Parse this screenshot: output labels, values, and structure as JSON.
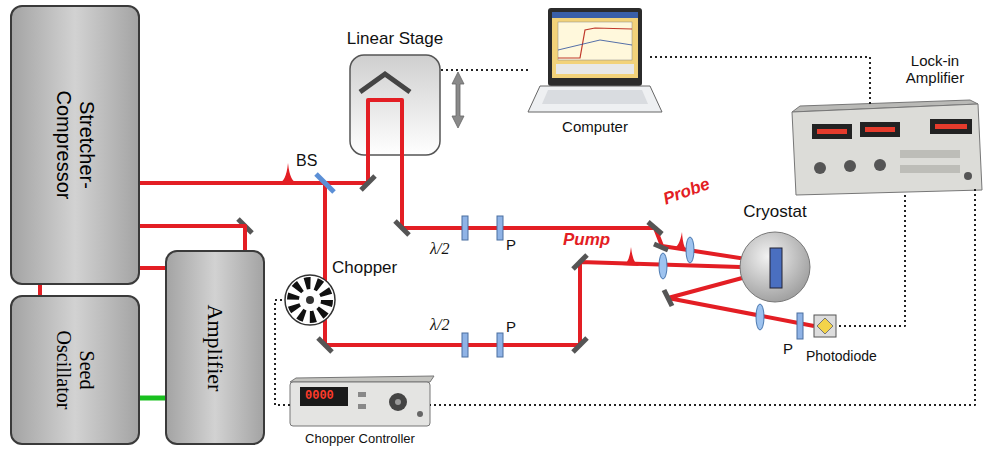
{
  "diagram": {
    "nodes": [
      {
        "text": [
          "Stretcher-Compressor"
        ]
      },
      {
        "text": [
          "Seed Oscillator"
        ]
      },
      {
        "text": [
          "Amplifier"
        ]
      },
      {
        "text": [
          "Linear Stage"
        ]
      },
      {
        "text": [
          "Computer"
        ]
      },
      {
        "text": [
          "Lock-in Amplifier"
        ]
      },
      {
        "text": [
          "Chopper"
        ]
      },
      {
        "text": [
          "Cryostat"
        ]
      },
      {
        "text": [
          "Photodiode"
        ]
      },
      {
        "text": [
          "Chopper Controller"
        ]
      }
    ],
    "edges": [
      {
        "from": 1,
        "to": 0,
        "arrow": "none"
      },
      {
        "from": 1,
        "to": 2,
        "arrow": "none"
      },
      {
        "from": 0,
        "to": 2,
        "arrow": "none"
      },
      {
        "from": 0,
        "to": 2,
        "arrow": "none"
      },
      {
        "from": 4,
        "to": 3,
        "arrow": "none"
      },
      {
        "from": 4,
        "to": 5,
        "arrow": "none"
      },
      {
        "from": 5,
        "to": 8,
        "arrow": "none"
      },
      {
        "from": 5,
        "to": 9,
        "arrow": "none"
      },
      {
        "from": 9,
        "to": 6,
        "arrow": "none"
      }
    ],
    "labels": [
      "BS",
      "λ/2",
      "P",
      "λ/2",
      "P",
      "Probe",
      "Pump",
      "P",
      "0000"
    ]
  }
}
